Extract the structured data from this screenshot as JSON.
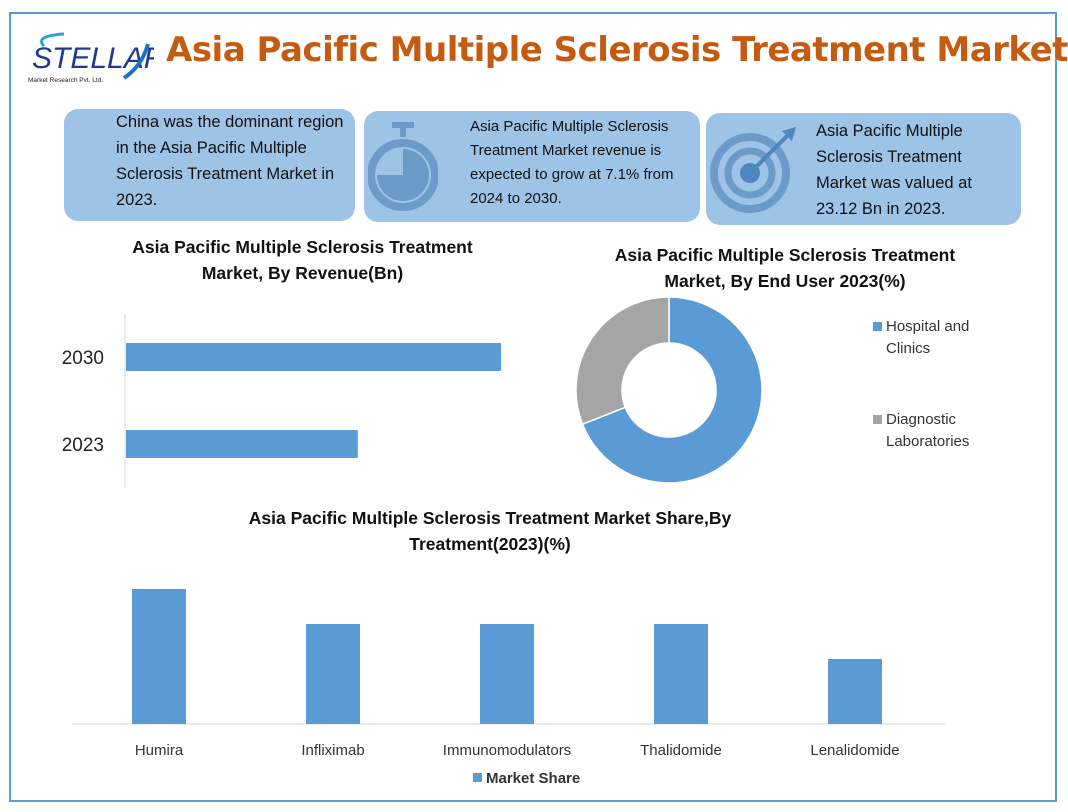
{
  "logo": {
    "text": "STELLAR",
    "tagline": "Market Research Pvt. Ltd."
  },
  "title": "Asia Pacific Multiple Sclerosis Treatment Market",
  "cards": [
    {
      "text": "China was the dominant region in the Asia Pacific Multiple Sclerosis Treatment Market in 2023.",
      "icon": "none"
    },
    {
      "text": "Asia Pacific Multiple Sclerosis Treatment Market revenue is expected to grow at 7.1% from 2024 to 2030.",
      "icon": "stopwatch-icon"
    },
    {
      "text": "Asia Pacific Multiple Sclerosis Treatment Market was valued at 23.12 Bn in 2023.",
      "icon": "target-icon"
    }
  ],
  "colors": {
    "accent": "#5b9bd5",
    "gray": "#a5a5a5",
    "title": "#c55a11",
    "card": "#9dc3e6"
  },
  "chart_data": [
    {
      "type": "bar",
      "orientation": "horizontal",
      "title": "Asia Pacific Multiple Sclerosis Treatment Market, By Revenue(Bn)",
      "categories": [
        "2030",
        "2023"
      ],
      "values": [
        37.4,
        23.12
      ],
      "grid": false
    },
    {
      "type": "pie",
      "variant": "donut",
      "title": "Asia Pacific Multiple Sclerosis Treatment Market, By End User 2023(%)",
      "labels": [
        "Hospital and Clinics",
        "Diagnostic Laboratories"
      ],
      "values": [
        69,
        31
      ],
      "colors": [
        "#5b9bd5",
        "#a5a5a5"
      ],
      "legend": "right"
    },
    {
      "type": "bar",
      "title": "Asia Pacific Multiple Sclerosis Treatment Market Share,By Treatment(2023)(%)",
      "categories": [
        "Humira",
        "Infliximab",
        "Immunomodulators",
        "Thalidomide",
        "Lenalidomide"
      ],
      "series": [
        {
          "name": "Market Share",
          "values": [
            27,
            20,
            20,
            20,
            13
          ]
        }
      ],
      "legend": "bottom",
      "grid": false
    }
  ]
}
